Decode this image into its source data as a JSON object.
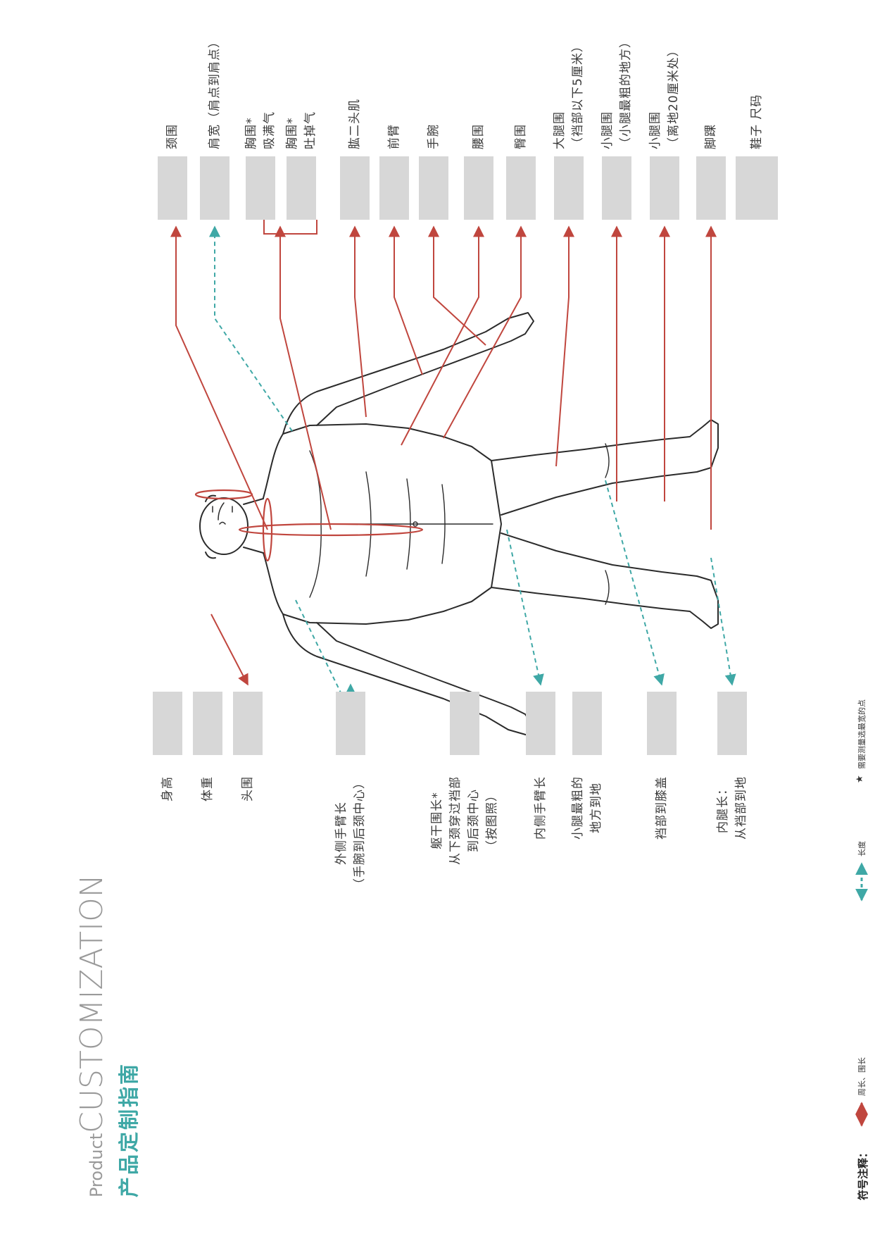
{
  "title": {
    "prefix": "Product",
    "main": "CUSTOMIZATION",
    "zh": "产品定制指南"
  },
  "colors": {
    "circumference": "#c0463e",
    "length": "#3fa8a6",
    "box": "#d7d7d7",
    "line": "#2b2b2b"
  },
  "upper_labels": [
    {
      "lines": [
        "颈围"
      ]
    },
    {
      "lines": [
        "肩宽（肩点到肩点）"
      ]
    },
    {
      "lines": [
        "胸围*",
        "吸满气"
      ]
    },
    {
      "lines": [
        "胸围*",
        "吐掉气"
      ]
    },
    {
      "lines": [
        "肱二头肌"
      ]
    },
    {
      "lines": [
        "前臂"
      ]
    },
    {
      "lines": [
        "手腕"
      ]
    },
    {
      "lines": [
        "腰围"
      ]
    },
    {
      "lines": [
        "臀围"
      ]
    },
    {
      "lines": [
        "大腿围",
        "（裆部以下5厘米）"
      ]
    },
    {
      "lines": [
        "小腿围",
        "（小腿最粗的地方）"
      ]
    },
    {
      "lines": [
        "小腿围",
        "（离地20厘米处）"
      ]
    },
    {
      "lines": [
        "脚踝"
      ]
    },
    {
      "lines": [
        "鞋子 尺码"
      ]
    }
  ],
  "lower_labels": [
    {
      "lines": [
        "身高"
      ]
    },
    {
      "lines": [
        "体重"
      ]
    },
    {
      "lines": [
        "头围"
      ]
    },
    {
      "lines": [
        "外侧手臂长",
        "（手腕到后颈中心）"
      ]
    },
    {
      "lines": [
        "躯干围长*",
        "从下颈穿过裆部",
        "到后颈中心",
        "（按图照）"
      ]
    },
    {
      "lines": [
        "内侧手臂长"
      ]
    },
    {
      "lines": [
        "小腿最粗的",
        "地方到地"
      ]
    },
    {
      "lines": [
        "裆部到膝盖"
      ]
    },
    {
      "lines": [
        "内腿长：",
        "从裆部到地"
      ]
    }
  ],
  "legend": {
    "title": "符号注释：",
    "circumference": "周长、围长",
    "length": "长度",
    "note_symbol": "★",
    "note": "需要测量选最宽的点"
  }
}
